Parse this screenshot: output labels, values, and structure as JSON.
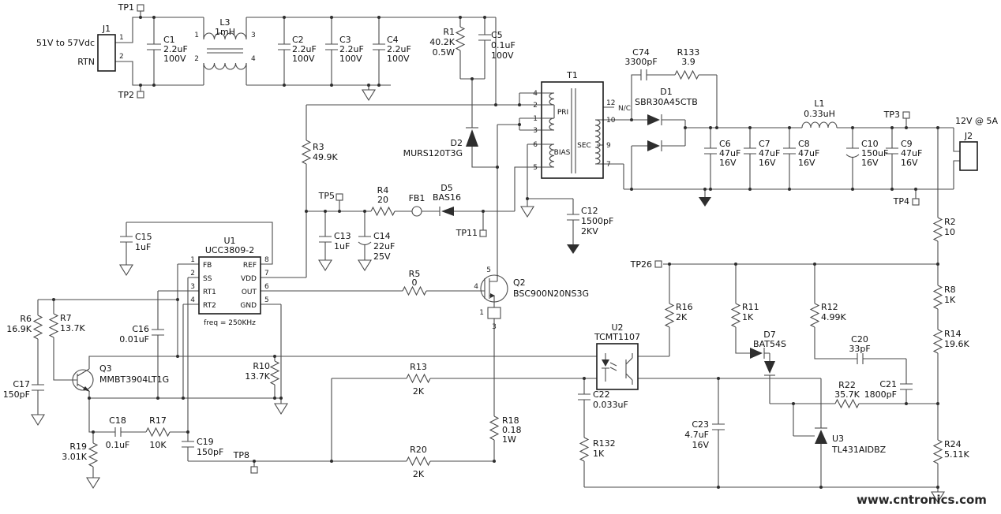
{
  "input": {
    "line1": "51V to 57Vdc",
    "line2": "RTN"
  },
  "output": {
    "label": "12V @ 5A"
  },
  "connectors": {
    "J1": "J1",
    "J2": "J2",
    "J1_pin1": "1",
    "J1_pin2": "2"
  },
  "testpoints": {
    "TP1": "TP1",
    "TP2": "TP2",
    "TP3": "TP3",
    "TP4": "TP4",
    "TP5": "TP5",
    "TP8": "TP8",
    "TP11": "TP11",
    "TP26": "TP26"
  },
  "transformer": {
    "ref": "T1",
    "pri": "PRI",
    "bias": "BIAS",
    "sec": "SEC",
    "nc": "N/C",
    "pins": {
      "p4": "4",
      "p2": "2",
      "p1": "1",
      "p3": "3",
      "p6": "6",
      "p5": "5",
      "p12": "12",
      "p10": "10",
      "p9": "9",
      "p7": "7"
    }
  },
  "choke": {
    "ref": "L3",
    "value": "1mH",
    "pins": {
      "p1": "1",
      "p3": "3",
      "p2": "2",
      "p4": "4"
    }
  },
  "ics": {
    "U1": {
      "ref": "U1",
      "part": "UCC3809-2",
      "note": "freq = 250KHz",
      "pins_left": [
        {
          "num": "1",
          "name": "FB"
        },
        {
          "num": "2",
          "name": "SS"
        },
        {
          "num": "3",
          "name": "RT1"
        },
        {
          "num": "4",
          "name": "RT2"
        }
      ],
      "pins_right": [
        {
          "num": "8",
          "name": "REF"
        },
        {
          "num": "7",
          "name": "VDD"
        },
        {
          "num": "6",
          "name": "OUT"
        },
        {
          "num": "5",
          "name": "GND"
        }
      ]
    },
    "U2": {
      "ref": "U2",
      "part": "TCMT1107"
    },
    "U3": {
      "ref": "U3",
      "part": "TL431AIDBZ"
    }
  },
  "transistors": {
    "Q2": {
      "ref": "Q2",
      "part": "BSC900N20NS3G",
      "pin_g": "4",
      "pin_d": "5",
      "pin_s1": "1",
      "pin_s2": "3"
    },
    "Q3": {
      "ref": "Q3",
      "part": "MMBT3904LT1G"
    }
  },
  "diodes": {
    "D1": {
      "ref": "D1",
      "part": "SBR30A45CTB"
    },
    "D2": {
      "ref": "D2",
      "part": "MURS120T3G"
    },
    "D5": {
      "ref": "D5",
      "part": "BAS16"
    },
    "D7": {
      "ref": "D7",
      "part": "BAT54S"
    }
  },
  "inductors": {
    "L1": {
      "ref": "L1",
      "value": "0.33uH"
    }
  },
  "ferrite": {
    "FB1": {
      "ref": "FB1"
    }
  },
  "resistors": {
    "R1": {
      "ref": "R1",
      "v": "40.2K",
      "v2": "0.5W"
    },
    "R2": {
      "ref": "R2",
      "v": "10"
    },
    "R3": {
      "ref": "R3",
      "v": "49.9K"
    },
    "R4": {
      "ref": "R4",
      "v": "20"
    },
    "R5": {
      "ref": "R5",
      "v": "0"
    },
    "R6": {
      "ref": "R6",
      "v": "16.9K"
    },
    "R7": {
      "ref": "R7",
      "v": "13.7K"
    },
    "R8": {
      "ref": "R8",
      "v": "1K"
    },
    "R10": {
      "ref": "R10",
      "v": "13.7K"
    },
    "R11": {
      "ref": "R11",
      "v": "1K"
    },
    "R12": {
      "ref": "R12",
      "v": "4.99K"
    },
    "R13": {
      "ref": "R13",
      "v": "2K"
    },
    "R14": {
      "ref": "R14",
      "v": "19.6K"
    },
    "R16": {
      "ref": "R16",
      "v": "2K"
    },
    "R17": {
      "ref": "R17",
      "v": "10K"
    },
    "R18": {
      "ref": "R18",
      "v": "0.18",
      "v2": "1W"
    },
    "R19": {
      "ref": "R19",
      "v": "3.01K"
    },
    "R20": {
      "ref": "R20",
      "v": "2K"
    },
    "R22": {
      "ref": "R22",
      "v": "35.7K"
    },
    "R24": {
      "ref": "R24",
      "v": "5.11K"
    },
    "R132": {
      "ref": "R132",
      "v": "1K"
    },
    "R133": {
      "ref": "R133",
      "v": "3.9"
    }
  },
  "capacitors": {
    "C1": {
      "ref": "C1",
      "v": "2.2uF",
      "v2": "100V"
    },
    "C2": {
      "ref": "C2",
      "v": "2.2uF",
      "v2": "100V"
    },
    "C3": {
      "ref": "C3",
      "v": "2.2uF",
      "v2": "100V"
    },
    "C4": {
      "ref": "C4",
      "v": "2.2uF",
      "v2": "100V"
    },
    "C5": {
      "ref": "C5",
      "v": "0.1uF",
      "v2": "100V"
    },
    "C6": {
      "ref": "C6",
      "v": "47uF",
      "v2": "16V"
    },
    "C7": {
      "ref": "C7",
      "v": "47uF",
      "v2": "16V"
    },
    "C8": {
      "ref": "C8",
      "v": "47uF",
      "v2": "16V"
    },
    "C9": {
      "ref": "C9",
      "v": "47uF",
      "v2": "16V"
    },
    "C10": {
      "ref": "C10",
      "v": "150uF",
      "v2": "16V"
    },
    "C12": {
      "ref": "C12",
      "v": "1500pF",
      "v2": "2KV"
    },
    "C13": {
      "ref": "C13",
      "v": "1uF"
    },
    "C14": {
      "ref": "C14",
      "v": "22uF",
      "v2": "25V"
    },
    "C15": {
      "ref": "C15",
      "v": "1uF"
    },
    "C16": {
      "ref": "C16",
      "v": "0.01uF"
    },
    "C17": {
      "ref": "C17",
      "v": "150pF"
    },
    "C18": {
      "ref": "C18",
      "v": "0.1uF"
    },
    "C19": {
      "ref": "C19",
      "v": "150pF"
    },
    "C20": {
      "ref": "C20",
      "v": "33pF"
    },
    "C21": {
      "ref": "C21",
      "v": "1800pF"
    },
    "C22": {
      "ref": "C22",
      "v": "0.033uF"
    },
    "C23": {
      "ref": "C23",
      "v": "4.7uF",
      "v2": "16V"
    },
    "C74": {
      "ref": "C74",
      "v": "3300pF"
    }
  },
  "watermark": {
    "text": "www.cntronics.com",
    "color": "#8fc63d"
  }
}
